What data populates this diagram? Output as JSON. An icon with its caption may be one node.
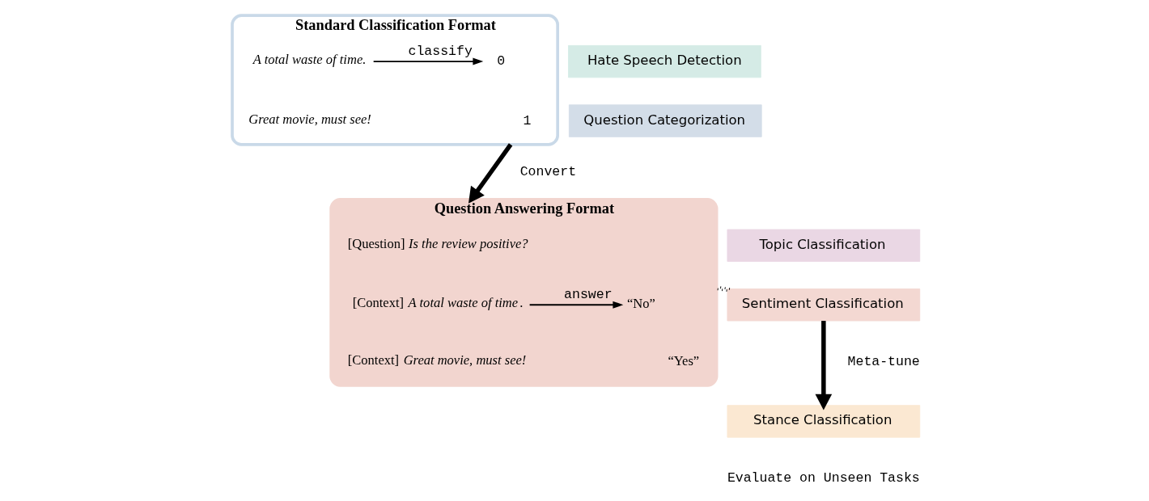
{
  "diagram": {
    "nodes": [
      {
        "text": [
          "Standard Classification Format"
        ]
      },
      {
        "text": [
          "A total waste of time."
        ],
        "in": 0
      },
      {
        "text": [
          "Great movie, must see!"
        ],
        "in": 0
      },
      {
        "text": [
          "0"
        ],
        "in": 0
      },
      {
        "text": [
          "1"
        ],
        "in": 0
      },
      {
        "text": [
          "Question Answering Format"
        ]
      },
      {
        "text": [
          "[Question] *Is the review positive?*"
        ],
        "in": 5
      },
      {
        "text": [
          "[Context] *A total waste of time*."
        ],
        "in": 5
      },
      {
        "text": [
          "[Context] *Great movie, must see!*"
        ],
        "in": 5
      },
      {
        "text": [
          "“No”"
        ],
        "in": 5
      },
      {
        "text": [
          "“Yes”"
        ],
        "in": 5
      },
      {
        "text": [
          "Hate Speech Detection"
        ]
      },
      {
        "text": [
          "Question Categorization"
        ]
      },
      {
        "text": [
          "Topic Classification"
        ]
      },
      {
        "text": [
          "Sentiment Classification"
        ]
      },
      {
        "text": [
          "Stance Classification"
        ],
        "beside": [
          "Evaluate on Unseen Tasks"
        ]
      }
    ],
    "edges": [
      {
        "from": 1,
        "to": 3,
        "arrow": "to",
        "label": "classify"
      },
      {
        "from": 0,
        "to": 5,
        "arrow": "to",
        "label": "Convert",
        "style": "thick"
      },
      {
        "from": 7,
        "to": 9,
        "arrow": "to",
        "label": "answer"
      },
      {
        "from": 14,
        "to": 5,
        "arrow": "none",
        "style": "dashed"
      },
      {
        "from": 14,
        "to": 5,
        "arrow": "none",
        "style": "dashed"
      },
      {
        "from": 14,
        "to": 15,
        "arrow": "to",
        "label": "Meta-tune",
        "style": "thick"
      }
    ]
  }
}
